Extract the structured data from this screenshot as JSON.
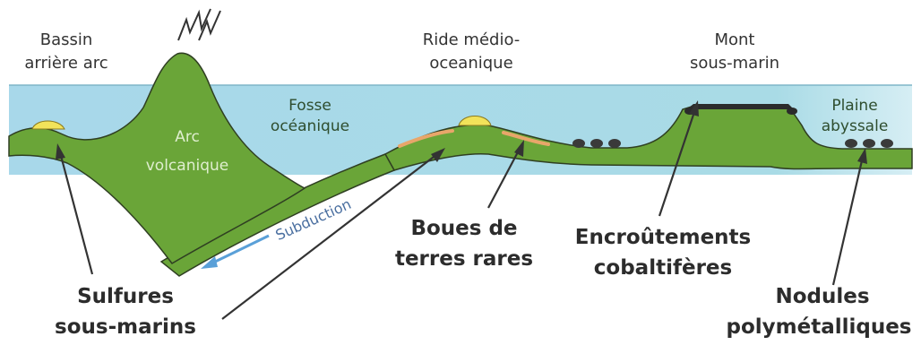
{
  "labels": {
    "bassin_line1": "Bassin",
    "bassin_line2": "arrière arc",
    "ride_line1": "Ride médio-",
    "ride_line2": "oceanique",
    "mont_line1": "Mont",
    "mont_line2": "sous-marin",
    "fosse_line1": "Fosse",
    "fosse_line2": "océanique",
    "arc_line1": "Arc",
    "arc_line2": "volcanique",
    "plaine_line1": "Plaine",
    "plaine_line2": "abyssale",
    "subduction": "Subduction"
  },
  "resources": {
    "sulfures_line1": "Sulfures",
    "sulfures_line2": "sous-marins",
    "boues_line1": "Boues de",
    "boues_line2": "terres rares",
    "encroutements_line1": "Encroûtements",
    "encroutements_line2": "cobaltifères",
    "nodules_line1": "Nodules",
    "nodules_line2": "polymétalliques"
  },
  "colors": {
    "sea": "#a8d8ea",
    "seafloor": "#6aa538",
    "outline": "#2f3f22",
    "deposit_yellow": "#f2e35a",
    "rare_earth_mud": "#e8a66a",
    "crust_black": "#2b2b2b",
    "subduction_arrow": "#5aa0d8"
  },
  "icons": {
    "volcano_symbol": "eruption-zigzag-icon"
  }
}
